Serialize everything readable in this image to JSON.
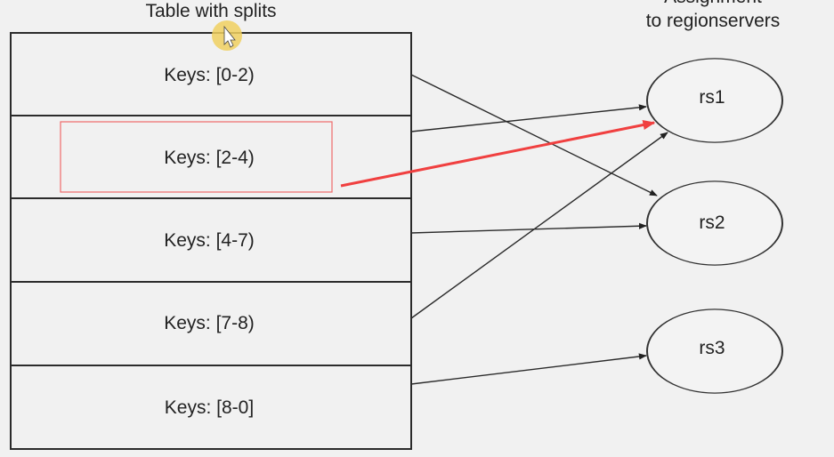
{
  "diagram": {
    "table_title": "Table with splits",
    "assignment_title_line1": "Assignment",
    "assignment_title_line2": "to regionservers",
    "splits": [
      {
        "label": "Keys: [0-2)"
      },
      {
        "label": "Keys: [2-4)"
      },
      {
        "label": "Keys: [4-7)"
      },
      {
        "label": "Keys: [7-8)"
      },
      {
        "label": "Keys: [8-0]"
      }
    ],
    "regionservers": [
      {
        "label": "rs1"
      },
      {
        "label": "rs2"
      },
      {
        "label": "rs3"
      }
    ],
    "assignments": [
      {
        "from": "Keys: [0-2)",
        "to": "rs2"
      },
      {
        "from": "Keys: [2-4)",
        "to": "rs1"
      },
      {
        "from": "Keys: [4-7)",
        "to": "rs2"
      },
      {
        "from": "Keys: [7-8)",
        "to": "rs1"
      },
      {
        "from": "Keys: [8-0]",
        "to": "rs3"
      }
    ],
    "highlight": {
      "split": "Keys: [2-4)",
      "to": "rs1",
      "color": "#f04040"
    },
    "cursor_color": "#f0d060"
  }
}
